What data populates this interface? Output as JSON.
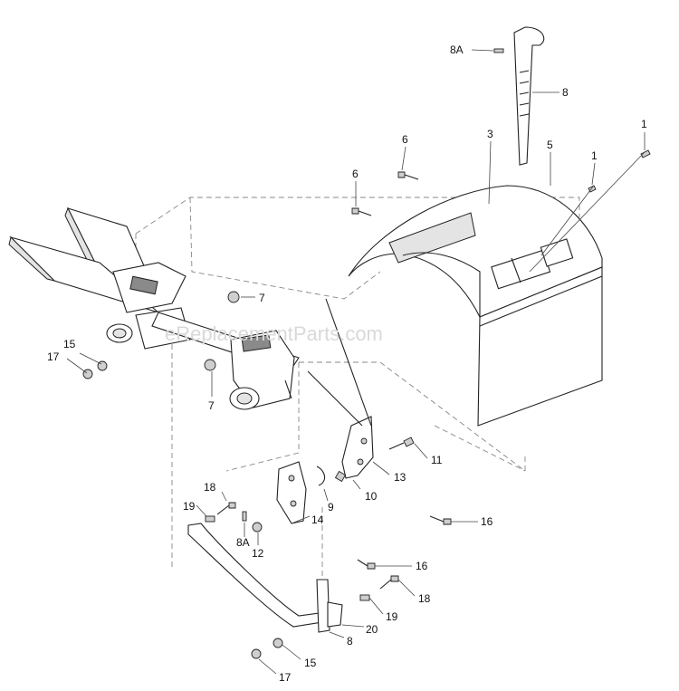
{
  "watermark": "eReplacementParts.com",
  "labels": {
    "p1a": "1",
    "p1b": "1",
    "p3": "3",
    "p5": "5",
    "p6a": "6",
    "p6b": "6",
    "p7a": "7",
    "p7b": "7",
    "p8top": "8",
    "p8Atop": "8A",
    "p8bottom": "8",
    "p8Abottom": "8A",
    "p9": "9",
    "p10": "10",
    "p11": "11",
    "p12": "12",
    "p13": "13",
    "p14": "14",
    "p15a": "15",
    "p15b": "15",
    "p16a": "16",
    "p16b": "16",
    "p17a": "17",
    "p17b": "17",
    "p18a": "18",
    "p18b": "18",
    "p19a": "19",
    "p19b": "19",
    "p20": "20"
  }
}
